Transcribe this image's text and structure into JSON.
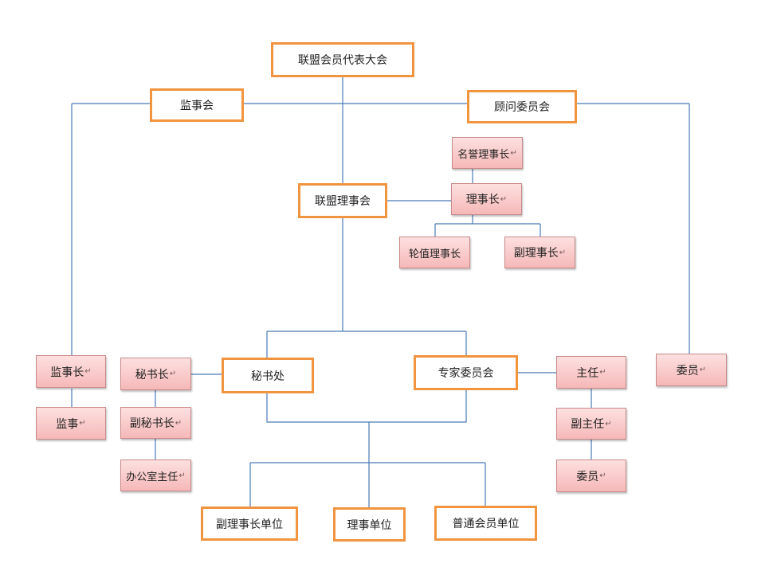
{
  "return_mark": "↵",
  "nodes": {
    "assembly": "联盟会员代表大会",
    "supervisory_board": "监事会",
    "advisory_committee": "顾问委员会",
    "honorary_chairman": "名誉理事长",
    "chairman": "理事长",
    "council": "联盟理事会",
    "rotating_chairman": "轮值理事长",
    "vice_chairman": "副理事长",
    "chief_supervisor": "监事长",
    "supervisor": "监事",
    "secretary_general": "秘书长",
    "deputy_secretary_general": "副秘书长",
    "office_director": "办公室主任",
    "secretariat": "秘书处",
    "expert_committee": "专家委员会",
    "director": "主任",
    "deputy_director": "副主任",
    "expert_member": "委员",
    "advisory_member": "委员",
    "vice_chairman_unit": "副理事长单位",
    "council_unit": "理事单位",
    "member_unit": "普通会员单位"
  }
}
